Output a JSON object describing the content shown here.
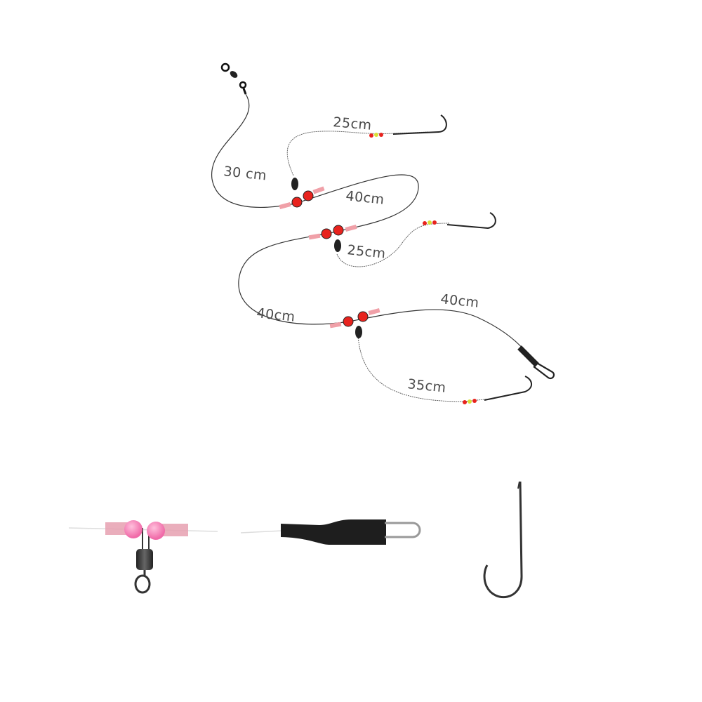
{
  "rig": {
    "labels": {
      "top_dropper": "25cm",
      "leader_to_swivel": "30 cm",
      "upper_main": "40cm",
      "middle_dropper": "25cm",
      "lower_main": "40cm",
      "end_main": "40cm",
      "bottom_dropper": "35cm"
    }
  },
  "colors": {
    "bead_red": "#e8231e",
    "bead_yellow": "#d8e038",
    "sleeve_pink": "#f0a0a8",
    "pink_bead": "#f57ab0"
  },
  "icons": [
    "swivel-icon",
    "three-way-swivel-icon",
    "snap-connector-icon",
    "hook-icon"
  ]
}
